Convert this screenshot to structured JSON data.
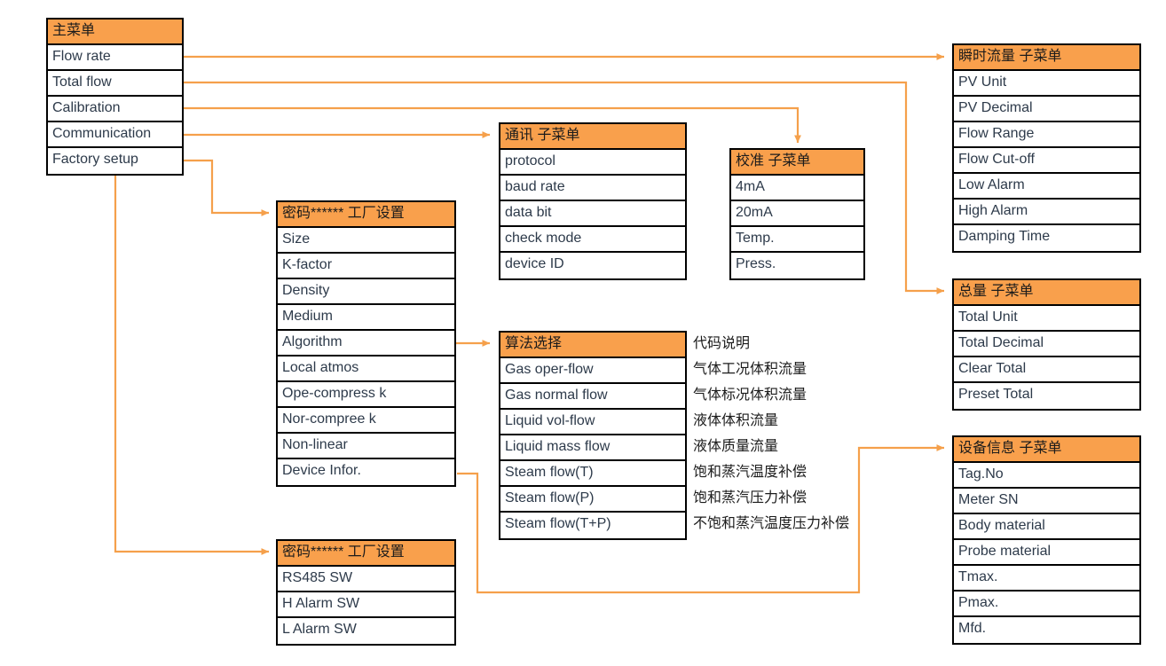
{
  "theme": {
    "header_fill": "#F9A04C",
    "wire_color": "#F5A04B",
    "border_color": "#000000",
    "row_text_color": "#2D3A4A",
    "background": "#FFFFFF"
  },
  "diagram": {
    "type": "menu-tree",
    "title_text": "",
    "nodes": {
      "main_menu": {
        "header": "主菜单",
        "items": [
          "Flow rate",
          "Total flow",
          "Calibration",
          "Communication",
          "Factory setup"
        ]
      },
      "flow_rate_sub": {
        "header": "瞬时流量 子菜单",
        "items": [
          "PV Unit",
          "PV Decimal",
          "Flow Range",
          "Flow Cut-off",
          "Low Alarm",
          "High Alarm",
          "Damping Time"
        ]
      },
      "total_flow_sub": {
        "header": "总量 子菜单",
        "items": [
          "Total Unit",
          "Total Decimal",
          "Clear Total",
          "Preset Total"
        ]
      },
      "calibration_sub": {
        "header": "校准 子菜单",
        "items": [
          "4mA",
          "20mA",
          "Temp.",
          "Press."
        ]
      },
      "communication_sub": {
        "header": "通讯 子菜单",
        "items": [
          "protocol",
          "baud rate",
          "data bit",
          "check mode",
          "device ID"
        ]
      },
      "factory_setup_sub": {
        "header": "密码****** 工厂设置",
        "items": [
          "Size",
          "K-factor",
          "Density",
          "Medium",
          "Algorithm",
          "Local atmos",
          "Ope-compress k",
          "Nor-compree k",
          "Non-linear",
          "Device Infor."
        ]
      },
      "factory_switch_sub": {
        "header": "密码****** 工厂设置",
        "items": [
          "RS485 SW",
          "H Alarm SW",
          "L Alarm SW"
        ]
      },
      "algorithm_sub": {
        "header": "算法选择",
        "items": [
          "Gas oper-flow",
          "Gas normal flow",
          "Liquid vol-flow",
          "Liquid mass flow",
          "Steam flow(T)",
          "Steam flow(P)",
          "Steam flow(T+P)"
        ]
      },
      "device_info_sub": {
        "header": "设备信息 子菜单",
        "items": [
          "Tag.No",
          "Meter SN",
          "Body material",
          "Probe material",
          "Tmax.",
          "Pmax.",
          "Mfd."
        ]
      }
    },
    "algorithm_annotations": {
      "header": "代码说明",
      "items": [
        "气体工况体积流量",
        "气体标况体积流量",
        "液体体积流量",
        "液体质量流量",
        "饱和蒸汽温度补偿",
        "饱和蒸汽压力补偿",
        "不饱和蒸汽温度压力补偿"
      ]
    },
    "connections": [
      {
        "from": "Flow rate",
        "to": "瞬时流量 子菜单"
      },
      {
        "from": "Total flow",
        "to": "总量 子菜单"
      },
      {
        "from": "Calibration",
        "to": "校准 子菜单"
      },
      {
        "from": "Communication",
        "to": "通讯 子菜单"
      },
      {
        "from": "Factory setup",
        "to": "密码****** 工厂设置"
      },
      {
        "from": "Factory setup",
        "to": "密码****** 工厂设置 (RS485)"
      },
      {
        "from": "Algorithm",
        "to": "算法选择"
      },
      {
        "from": "Device Infor.",
        "to": "设备信息 子菜单"
      }
    ]
  }
}
